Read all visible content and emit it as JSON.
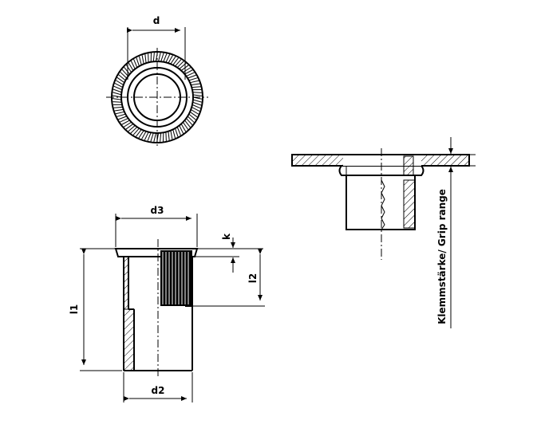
{
  "labels": {
    "d": "d",
    "d3": "d3",
    "d2": "d2",
    "k": "k",
    "l1": "l1",
    "l2": "l2",
    "grip_range": "Klemmstärke/ Grip range"
  }
}
